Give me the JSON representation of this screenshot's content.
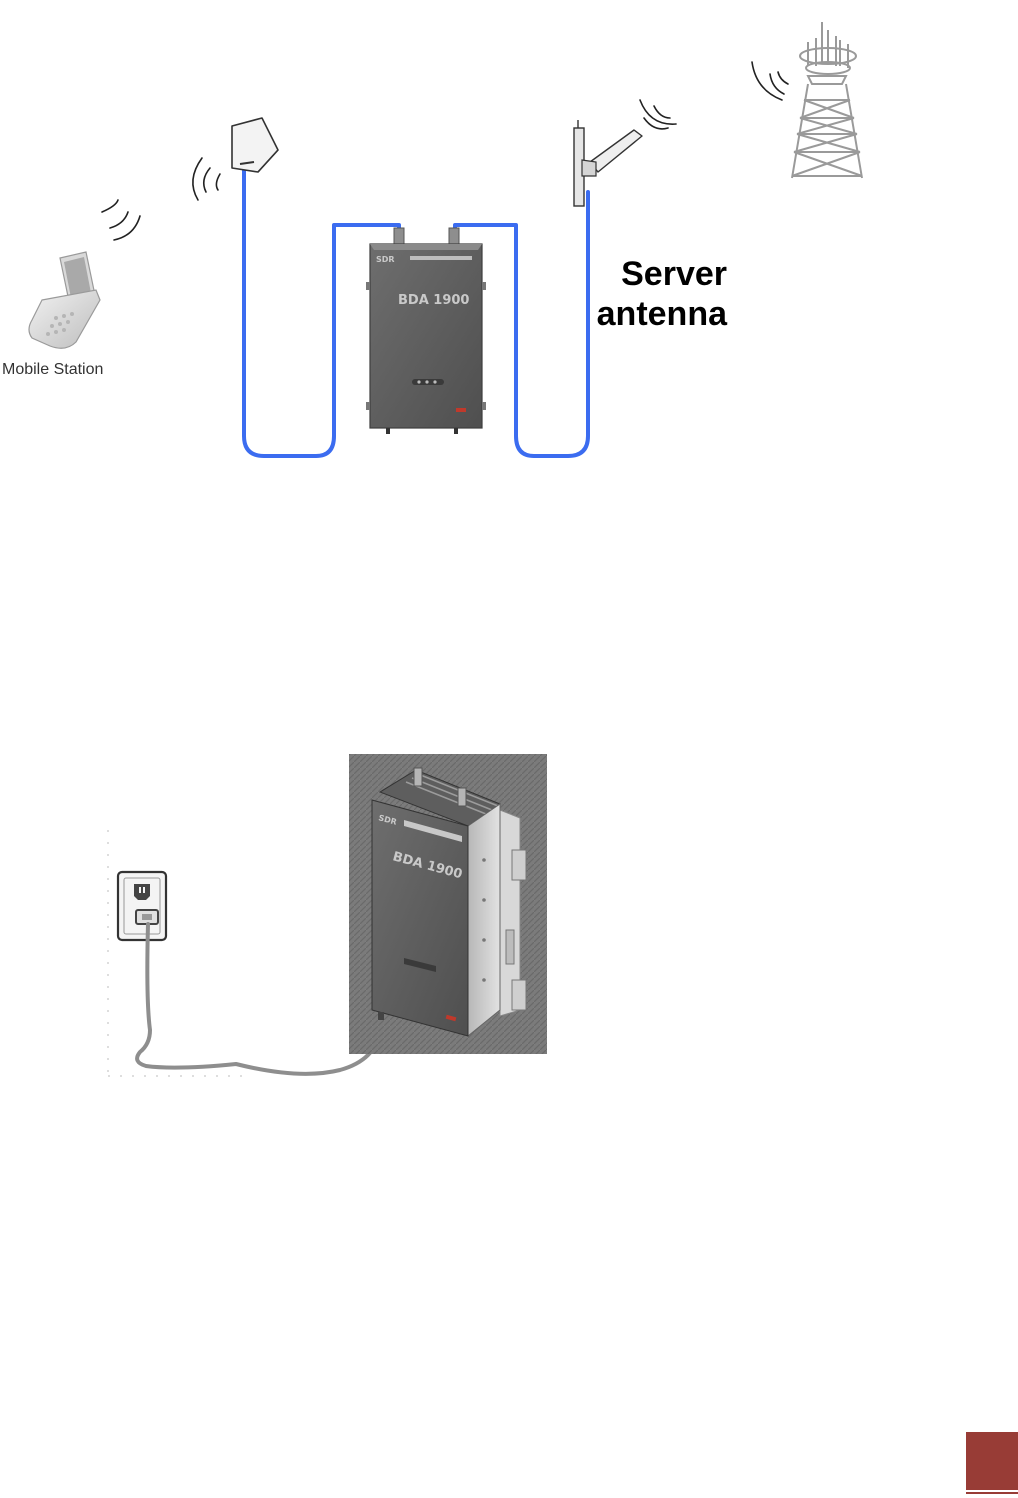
{
  "figure_top": {
    "mobile_station_label": "Mobile Station",
    "server_antenna_label_line1": "Server",
    "server_antenna_label_line2": "antenna",
    "unit_model": "BDA 1900",
    "unit_brand_tag": "SDR",
    "cable_color": "#3b6cf0"
  },
  "figure_bottom": {
    "unit_model": "BDA 1900",
    "unit_brand_tag": "SDR"
  },
  "footer": {
    "page_tab_color": "#983c36"
  }
}
